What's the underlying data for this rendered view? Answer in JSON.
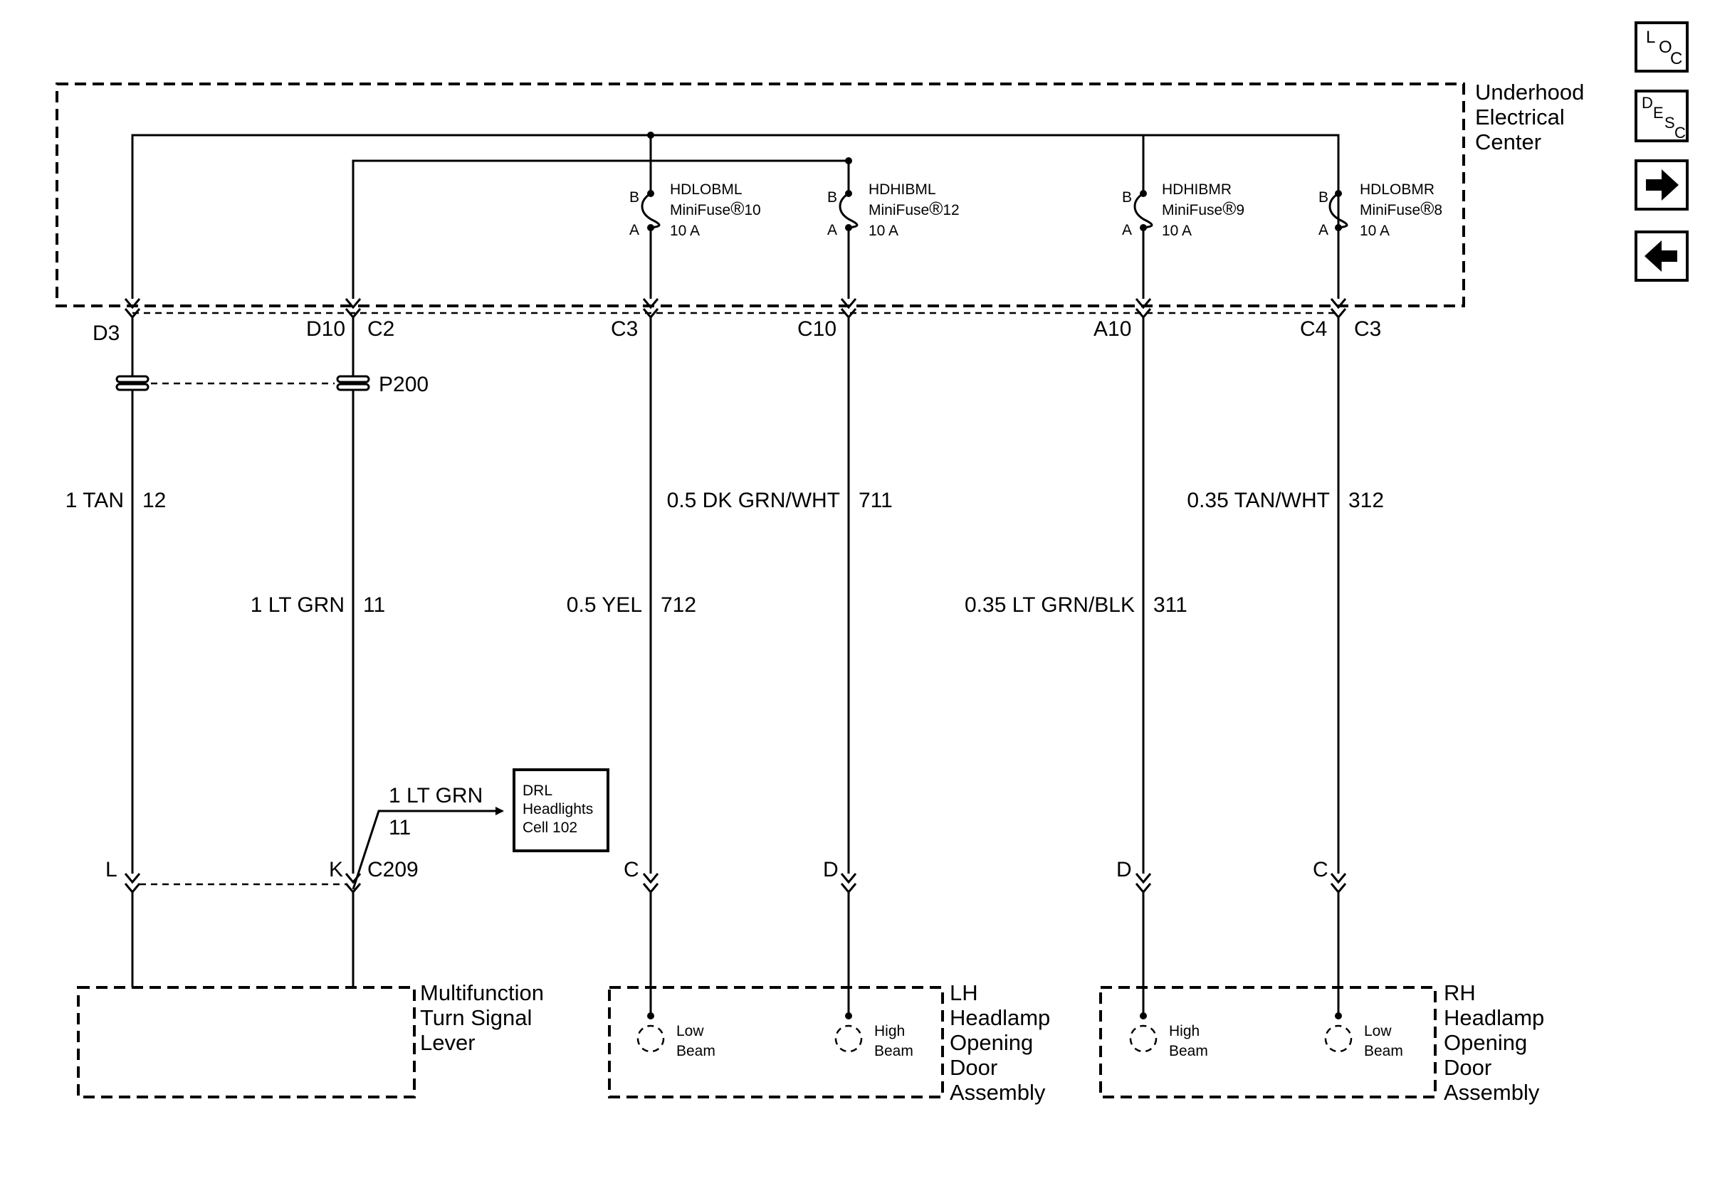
{
  "uec": {
    "label": [
      "Underhood",
      "Electrical",
      "Center"
    ]
  },
  "fuses": [
    {
      "name": "HDLOBML",
      "fuse": "MiniFuse",
      "number": "10",
      "rating": "10 A",
      "pin_b": "B",
      "pin_a": "A"
    },
    {
      "name": "HDHIBML",
      "fuse": "MiniFuse",
      "number": "12",
      "rating": "10 A",
      "pin_b": "B",
      "pin_a": "A"
    },
    {
      "name": "HDHIBMR",
      "fuse": "MiniFuse",
      "number": "9",
      "rating": "10 A",
      "pin_b": "B",
      "pin_a": "A"
    },
    {
      "name": "HDLOBMR",
      "fuse": "MiniFuse",
      "number": "8",
      "rating": "10 A",
      "pin_b": "B",
      "pin_a": "A"
    }
  ],
  "registered_mark": "®",
  "connectors": {
    "d3": "D3",
    "d10": "D10",
    "c2a": "C2",
    "c3a": "C3",
    "c10": "C10",
    "a10": "A10",
    "c4": "C4",
    "c3b": "C3",
    "p200": "P200",
    "c209": "C209",
    "l": "L",
    "k": "K",
    "c_lh": "C",
    "d_lh": "D",
    "d_rh": "D",
    "c_rh": "C"
  },
  "wires": {
    "w1": {
      "label": "1 TAN",
      "circuit": "12"
    },
    "w2": {
      "label": "1 LT GRN",
      "circuit": "11"
    },
    "w3": {
      "label": "0.5 YEL",
      "circuit": "712"
    },
    "w4": {
      "label": "0.5 DK GRN/WHT",
      "circuit": "711"
    },
    "w5": {
      "label": "0.35 LT GRN/BLK",
      "circuit": "311"
    },
    "w6": {
      "label": "0.35 TAN/WHT",
      "circuit": "312"
    },
    "branch": {
      "label": "1 LT GRN",
      "circuit": "11"
    }
  },
  "drl_ref": {
    "lines": [
      "DRL",
      "Headlights",
      "Cell 102"
    ]
  },
  "components": {
    "mts": [
      "Multifunction",
      "Turn Signal",
      "Lever"
    ],
    "lh": [
      "LH",
      "Headlamp",
      "Opening",
      "Door",
      "Assembly"
    ],
    "rh": [
      "RH",
      "Headlamp",
      "Opening",
      "Door",
      "Assembly"
    ]
  },
  "lamps": {
    "lh_low": [
      "Low",
      "Beam"
    ],
    "lh_high": [
      "High",
      "Beam"
    ],
    "rh_high": [
      "High",
      "Beam"
    ],
    "rh_low": [
      "Low",
      "Beam"
    ]
  },
  "nav": {
    "loc": {
      "l": "L",
      "o": "O",
      "c": "C"
    },
    "desc": {
      "d": "D",
      "e": "E",
      "s": "S",
      "c": "C"
    }
  }
}
